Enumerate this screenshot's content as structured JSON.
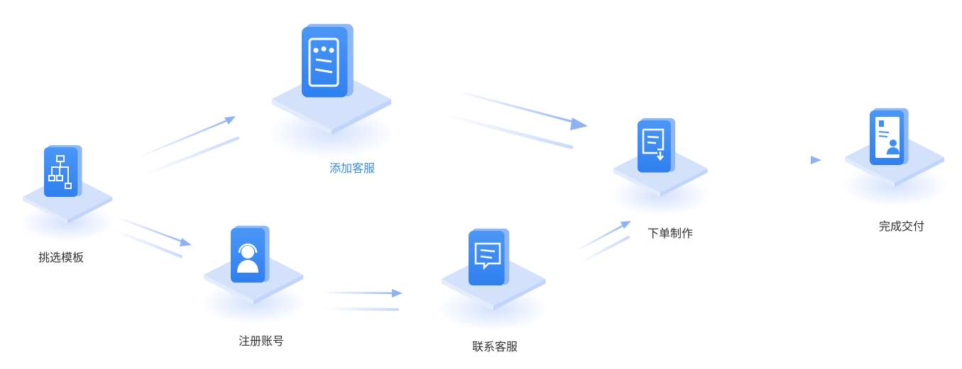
{
  "colors": {
    "accent": "#3d8ef5",
    "platform": "#d6e3fb",
    "arrow": "#9dbcf5",
    "active_label": "#3a8ad8",
    "label": "#333333"
  },
  "steps": [
    {
      "label": "挑选模板",
      "icon": "sitemap-icon"
    },
    {
      "label": "添加客服",
      "icon": "robot-chat-icon"
    },
    {
      "label": "注册账号",
      "icon": "headset-user-icon"
    },
    {
      "label": "联系客服",
      "icon": "message-icon"
    },
    {
      "label": "下单制作",
      "icon": "document-download-icon"
    },
    {
      "label": "完成交付",
      "icon": "resume-certificate-icon"
    }
  ]
}
